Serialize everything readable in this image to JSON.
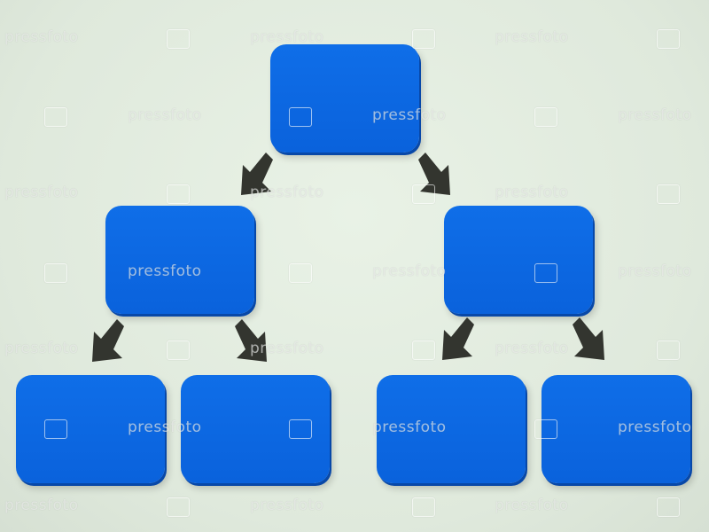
{
  "diagram": {
    "type": "hierarchy",
    "levels": 3,
    "nodes": [
      {
        "id": "root",
        "label": ""
      },
      {
        "id": "mid-left",
        "label": ""
      },
      {
        "id": "mid-right",
        "label": ""
      },
      {
        "id": "leaf-1",
        "label": ""
      },
      {
        "id": "leaf-2",
        "label": ""
      },
      {
        "id": "leaf-3",
        "label": ""
      },
      {
        "id": "leaf-4",
        "label": ""
      }
    ],
    "edges": [
      [
        "root",
        "mid-left"
      ],
      [
        "root",
        "mid-right"
      ],
      [
        "mid-left",
        "leaf-1"
      ],
      [
        "mid-left",
        "leaf-2"
      ],
      [
        "mid-right",
        "leaf-3"
      ],
      [
        "mid-right",
        "leaf-4"
      ]
    ]
  },
  "colors": {
    "box": "#0a66e0",
    "arrow": "#33352f",
    "background": "#e4ede1"
  },
  "watermark": {
    "text": "pressfoto"
  }
}
